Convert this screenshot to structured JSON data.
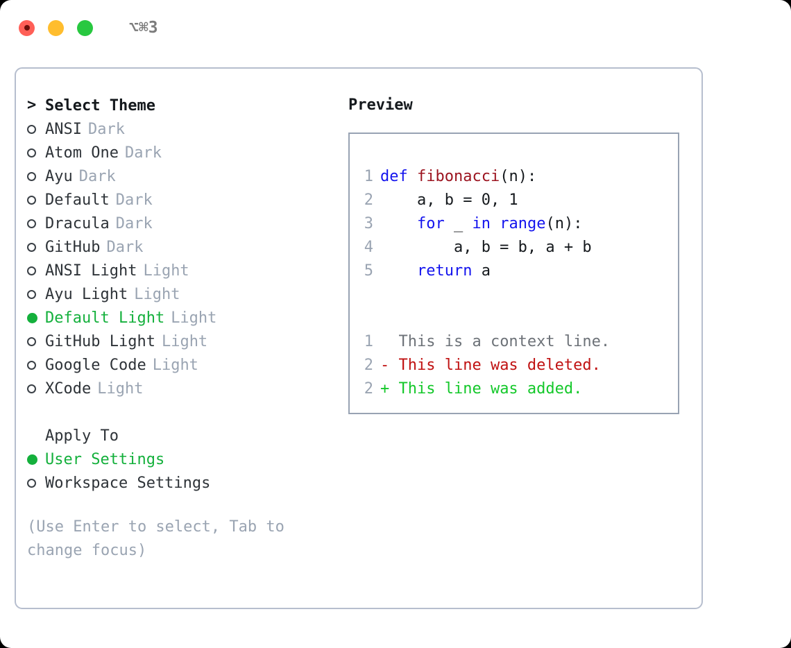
{
  "titlebar": {
    "shortcut": "⌥⌘3",
    "lights": [
      "close-red",
      "minimize-yellow",
      "zoom-green"
    ]
  },
  "theme_picker": {
    "header": {
      "caret": ">",
      "label": "Select Theme"
    },
    "items": [
      {
        "marker": "circle-empty",
        "name": "ANSI",
        "category": "Dark",
        "selected": false
      },
      {
        "marker": "circle-empty",
        "name": "Atom One",
        "category": "Dark",
        "selected": false
      },
      {
        "marker": "circle-empty",
        "name": "Ayu",
        "category": "Dark",
        "selected": false
      },
      {
        "marker": "circle-empty",
        "name": "Default",
        "category": "Dark",
        "selected": false
      },
      {
        "marker": "circle-empty",
        "name": "Dracula",
        "category": "Dark",
        "selected": false
      },
      {
        "marker": "circle-empty",
        "name": "GitHub",
        "category": "Dark",
        "selected": false
      },
      {
        "marker": "circle-empty",
        "name": "ANSI Light",
        "category": "Light",
        "selected": false
      },
      {
        "marker": "circle-empty",
        "name": "Ayu Light",
        "category": "Light",
        "selected": false
      },
      {
        "marker": "circle-filled",
        "name": "Default Light",
        "category": "Light",
        "selected": true
      },
      {
        "marker": "circle-empty",
        "name": "GitHub Light",
        "category": "Light",
        "selected": false
      },
      {
        "marker": "circle-empty",
        "name": "Google Code",
        "category": "Light",
        "selected": false
      },
      {
        "marker": "circle-empty",
        "name": "XCode",
        "category": "Light",
        "selected": false
      }
    ]
  },
  "apply_to": {
    "header": "Apply To",
    "items": [
      {
        "marker": "circle-filled",
        "label": "User Settings",
        "selected": true
      },
      {
        "marker": "circle-empty",
        "label": "Workspace Settings",
        "selected": false
      }
    ]
  },
  "hint": "(Use Enter to select, Tab to change focus)",
  "preview": {
    "title": "Preview",
    "code": [
      {
        "num": "1",
        "tokens": [
          {
            "t": "def",
            "c": "kw"
          },
          {
            "t": " ",
            "c": "plain"
          },
          {
            "t": "fibonacci",
            "c": "fn"
          },
          {
            "t": "(n):",
            "c": "plain"
          }
        ]
      },
      {
        "num": "2",
        "tokens": [
          {
            "t": "    a, b = 0, 1",
            "c": "plain"
          }
        ]
      },
      {
        "num": "3",
        "tokens": [
          {
            "t": "    ",
            "c": "plain"
          },
          {
            "t": "for",
            "c": "kw"
          },
          {
            "t": " _ ",
            "c": "plain"
          },
          {
            "t": "in",
            "c": "kw"
          },
          {
            "t": " ",
            "c": "plain"
          },
          {
            "t": "range",
            "c": "kw"
          },
          {
            "t": "(n):",
            "c": "plain"
          }
        ]
      },
      {
        "num": "4",
        "tokens": [
          {
            "t": "        a, b = b, a + b",
            "c": "plain"
          }
        ]
      },
      {
        "num": "5",
        "tokens": [
          {
            "t": "    ",
            "c": "plain"
          },
          {
            "t": "return",
            "c": "kw"
          },
          {
            "t": " a",
            "c": "plain"
          }
        ]
      }
    ],
    "diff": [
      {
        "num": "1",
        "sign": " ",
        "text": " This is a context line.",
        "kind": "diff-ctx"
      },
      {
        "num": "2",
        "sign": "-",
        "text": " This line was deleted.",
        "kind": "diff-del"
      },
      {
        "num": "2",
        "sign": "+",
        "text": " This line was added.",
        "kind": "diff-add"
      }
    ]
  },
  "colors": {
    "selected_green": "#14b03c",
    "keyword_blue": "#1414ee",
    "function_red": "#9c1420",
    "diff_delete": "#c01212",
    "diff_add": "#14c82a",
    "muted_gray": "#9aa4b2",
    "border": "#b6bece"
  }
}
